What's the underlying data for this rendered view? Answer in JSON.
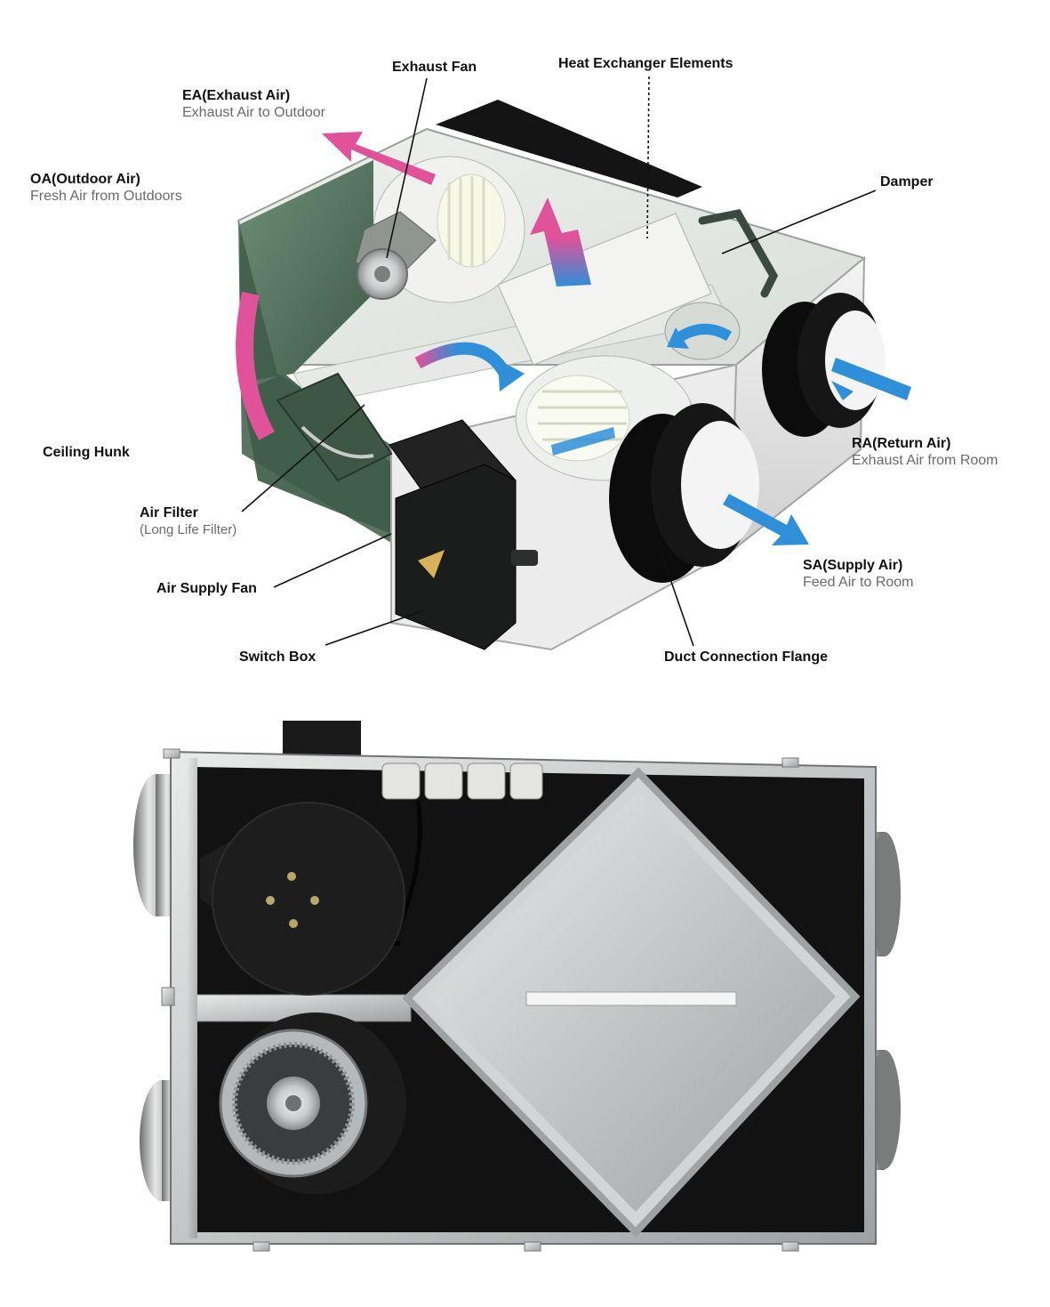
{
  "colors": {
    "exhaust_arrow": "#e0529a",
    "supply_arrow": "#2f8fd8",
    "label_title": "#111111",
    "label_sub": "#6a6a6a",
    "galvanized": "#b9bcbe",
    "black_panel": "#121212"
  },
  "labels": {
    "exhaust_fan": {
      "title": "Exhaust Fan"
    },
    "heat_exchanger": {
      "title": "Heat Exchanger Elements"
    },
    "ea": {
      "title": "EA(Exhaust Air)",
      "subtitle": "Exhaust Air to Outdoor"
    },
    "oa": {
      "title": "OA(Outdoor Air)",
      "subtitle": "Fresh Air from Outdoors"
    },
    "damper": {
      "title": "Damper"
    },
    "ceiling_hunk": {
      "title": "Ceiling Hunk"
    },
    "ra": {
      "title": "RA(Return Air)",
      "subtitle": "Exhaust Air from Room"
    },
    "air_filter": {
      "title": "Air Filter",
      "subtitle": "(Long Life Filter)"
    },
    "sa": {
      "title": "SA(Supply Air)",
      "subtitle": "Feed Air to Room"
    },
    "air_supply_fan": {
      "title": "Air Supply Fan"
    },
    "switch_box": {
      "title": "Switch Box"
    },
    "duct_flange": {
      "title": "Duct Connection Flange"
    }
  }
}
